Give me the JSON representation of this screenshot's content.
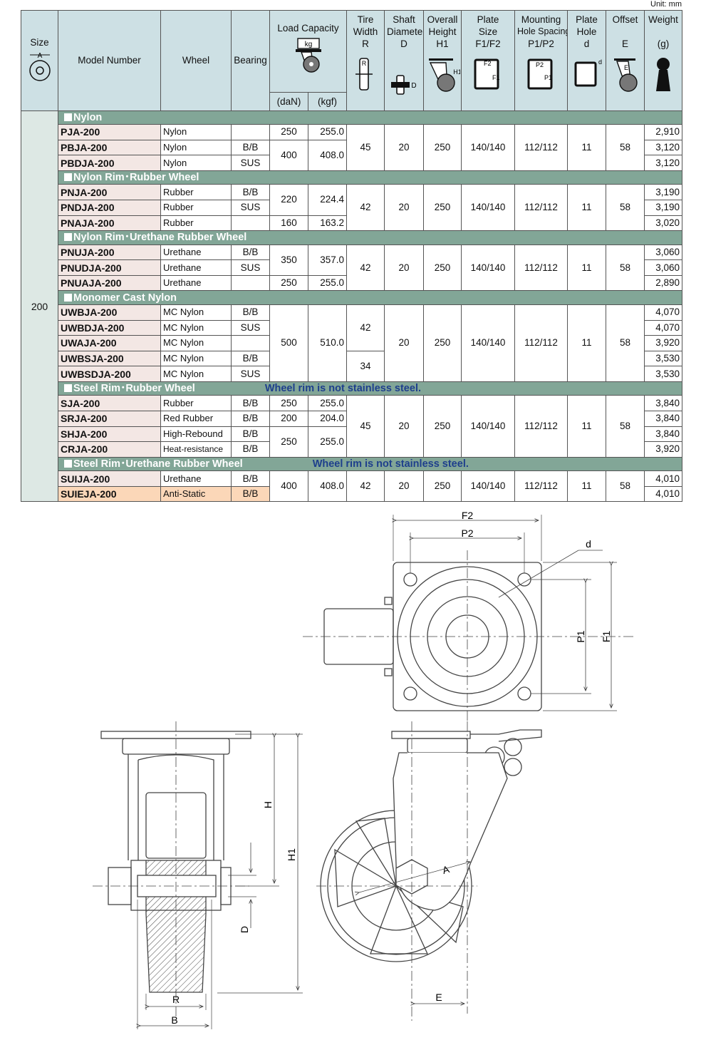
{
  "unit_label": "Unit: mm",
  "headers": {
    "size": "Size",
    "model": "Model Number",
    "wheel": "Wheel",
    "bearing": "Bearing",
    "load": "Load Capacity",
    "load_icon": "kg",
    "dan": "(daN)",
    "kgf": "(kgf)",
    "tire": "Tire Width R",
    "tire1": "Tire",
    "tire2": "Width",
    "tire3": "R",
    "shaft1": "Shaft",
    "shaft2": "Diameter",
    "shaft3": "D",
    "height1": "Overall",
    "height2": "Height",
    "height3": "H1",
    "plate1": "Plate",
    "plate2": "Size",
    "plate3": "F1/F2",
    "mount1": "Mounting",
    "mount2": "Hole Spacing",
    "mount3": "P1/P2",
    "hole1": "Plate",
    "hole2": "Hole",
    "hole3": "d",
    "offset1": "Offset",
    "offset3": "E",
    "weight1": "Weight",
    "weight3": "(g)",
    "size_icon_letter": "A"
  },
  "size_value": "200",
  "sections": [
    {
      "title": "Nylon",
      "note": ""
    },
    {
      "title": "Nylon Rim･Rubber Wheel",
      "note": ""
    },
    {
      "title": "Nylon Rim･Urethane Rubber Wheel",
      "note": ""
    },
    {
      "title": "Monomer Cast Nylon",
      "note": ""
    },
    {
      "title": "Steel Rim･Rubber Wheel",
      "note": "Wheel rim is not stainless steel."
    },
    {
      "title": "Steel Rim･Urethane Rubber Wheel",
      "note": "Wheel rim is not stainless steel."
    }
  ],
  "rows": [
    {
      "model": "PJA-200",
      "wheel": "Nylon",
      "bearing": "",
      "weight": "2,910"
    },
    {
      "model": "PBJA-200",
      "wheel": "Nylon",
      "bearing": "B/B",
      "weight": "3,120"
    },
    {
      "model": "PBDJA-200",
      "wheel": "Nylon",
      "bearing": "SUS",
      "weight": "3,120"
    },
    {
      "model": "PNJA-200",
      "wheel": "Rubber",
      "bearing": "B/B",
      "weight": "3,190"
    },
    {
      "model": "PNDJA-200",
      "wheel": "Rubber",
      "bearing": "SUS",
      "weight": "3,190"
    },
    {
      "model": "PNAJA-200",
      "wheel": "Rubber",
      "bearing": "",
      "weight": "3,020"
    },
    {
      "model": "PNUJA-200",
      "wheel": "Urethane",
      "bearing": "B/B",
      "weight": "3,060"
    },
    {
      "model": "PNUDJA-200",
      "wheel": "Urethane",
      "bearing": "SUS",
      "weight": "3,060"
    },
    {
      "model": "PNUAJA-200",
      "wheel": "Urethane",
      "bearing": "",
      "weight": "2,890"
    },
    {
      "model": "UWBJA-200",
      "wheel": "MC Nylon",
      "bearing": "B/B",
      "weight": "4,070"
    },
    {
      "model": "UWBDJA-200",
      "wheel": "MC Nylon",
      "bearing": "SUS",
      "weight": "4,070"
    },
    {
      "model": "UWAJA-200",
      "wheel": "MC Nylon",
      "bearing": "",
      "weight": "3,920"
    },
    {
      "model": "UWBSJA-200",
      "wheel": "MC Nylon",
      "bearing": "B/B",
      "weight": "3,530"
    },
    {
      "model": "UWBSDJA-200",
      "wheel": "MC Nylon",
      "bearing": "SUS",
      "weight": "3,530"
    },
    {
      "model": "SJA-200",
      "wheel": "Rubber",
      "bearing": "B/B",
      "weight": "3,840"
    },
    {
      "model": "SRJA-200",
      "wheel": "Red Rubber",
      "bearing": "B/B",
      "weight": "3,840"
    },
    {
      "model": "SHJA-200",
      "wheel": "High-Rebound",
      "bearing": "B/B",
      "weight": "3,840"
    },
    {
      "model": "CRJA-200",
      "wheel": "Heat-resistance",
      "bearing": "B/B",
      "weight": "3,920"
    },
    {
      "model": "SUIJA-200",
      "wheel": "Urethane",
      "bearing": "B/B",
      "weight": "4,010"
    },
    {
      "model": "SUIEJA-200",
      "wheel": "Anti-Static",
      "bearing": "B/B",
      "weight": "4,010"
    }
  ],
  "loads": {
    "pja_dan": "250",
    "pja_kgf": "255.0",
    "pbja_dan": "400",
    "pbja_kgf": "408.0",
    "pnja_dan": "220",
    "pnja_kgf": "224.4",
    "pnaja_dan": "160",
    "pnaja_kgf": "163.2",
    "pnuja_dan": "350",
    "pnuja_kgf": "357.0",
    "pnuaja_dan": "250",
    "pnuaja_kgf": "255.0",
    "uw_dan": "500",
    "uw_kgf": "510.0",
    "sja_dan": "250",
    "sja_kgf": "255.0",
    "srja_dan": "200",
    "srja_kgf": "204.0",
    "shja_dan": "250",
    "shja_kgf": "255.0",
    "sui_dan": "400",
    "sui_kgf": "408.0"
  },
  "dims": {
    "tire_45": "45",
    "tire_42": "42",
    "tire_34": "34",
    "shaft": "20",
    "height": "250",
    "plate": "140/140",
    "mount": "112/112",
    "hole": "11",
    "offset": "58"
  },
  "drawing_labels": {
    "F2": "F2",
    "P2": "P2",
    "d": "d",
    "P1": "P1",
    "F1": "F1",
    "H": "H",
    "H1": "H1",
    "D": "D",
    "R": "R",
    "B": "B",
    "A": "A",
    "E": "E"
  }
}
